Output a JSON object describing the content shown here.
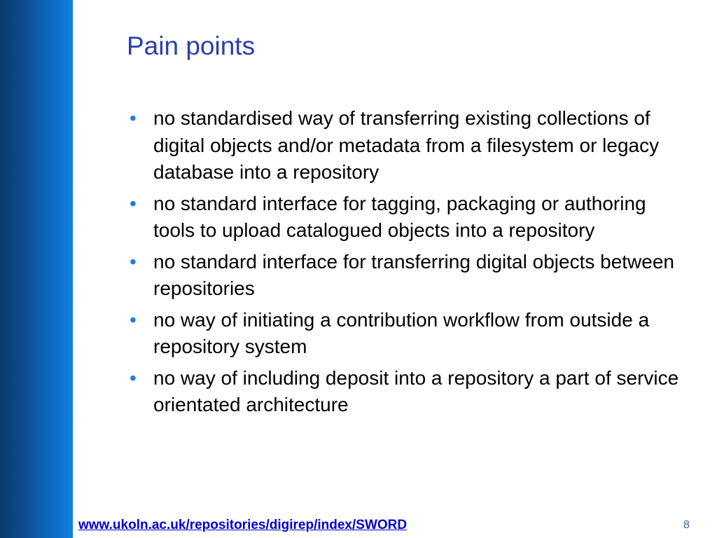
{
  "slide": {
    "title": "Pain points",
    "bullets": [
      "no standardised way of transferring existing collections of digital objects and/or metadata from a filesystem or legacy database into a repository",
      "no standard interface for tagging, packaging or authoring tools to upload catalogued objects into a repository",
      "no standard interface for transferring digital objects between repositories",
      "no way of initiating a contribution workflow from outside a repository system",
      "no way of including deposit into a repository a part of service orientated architecture"
    ],
    "bullet_symbol": "•"
  },
  "footer": {
    "link_text": "www.ukoln.ac.uk/repositories/digirep/index/SWORD",
    "page_number": "8"
  },
  "colors": {
    "sidebar_dark": "#0a3a6e",
    "sidebar_light": "#1280e0",
    "title": "#2b3fa8",
    "bullet": "#1f7fd6",
    "link": "#0000cc"
  }
}
